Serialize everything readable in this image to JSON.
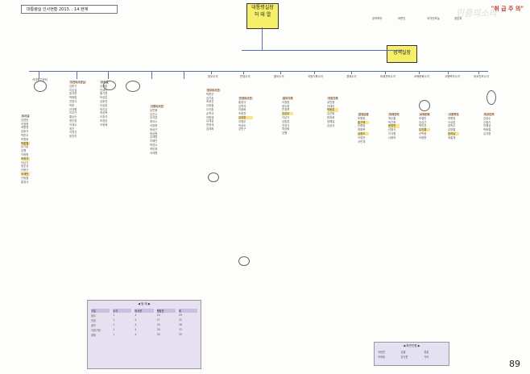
{
  "doc_title": "대통령실 인사현황 2013.  .  14.현재",
  "top": {
    "title_line1": "대통령실장",
    "title_line2": "허 태 열",
    "secondary": "정책실장"
  },
  "stamp_text": "\"취 급 주 의\"",
  "watermark_text": "민중의소리",
  "page_number": "89",
  "top_right_offices": [
    "공직복무",
    "대변인",
    "국가안보실",
    "경호처"
  ],
  "secretariats": [
    "정무수석",
    "민정수석",
    "홍보수석",
    "국정기획수석",
    "경제수석",
    "미래전략수석",
    "교육문화수석",
    "고용복지수석",
    "외교안보수석",
    "국가위기관리"
  ],
  "legend": {
    "title": "◀ 범 례 ▶",
    "cells": [
      "구분",
      "수석",
      "비서관",
      "행정관",
      "계",
      "정무",
      "1",
      "4",
      "24",
      "29",
      "민정",
      "1",
      "4",
      "27",
      "32",
      "홍보",
      "1",
      "4",
      "33",
      "38",
      "국정기획",
      "1",
      "4",
      "28",
      "33",
      "경제",
      "1",
      "4",
      "30",
      "35"
    ]
  },
  "legend2": {
    "title": "◀ 파견인원 ▶",
    "cells": [
      "국정원",
      "검찰",
      "경찰",
      "국세청",
      "감사원",
      "기타"
    ]
  },
  "name_columns": [
    [
      "비서실",
      "김영한",
      "이정현",
      "최원영",
      "김동극",
      "박준우",
      "조원동",
      "박흥렬",
      "남기춘",
      "김행",
      "이종원",
      "조윤선",
      "이남기",
      "정호성",
      "안봉근",
      "이재만",
      "신동철",
      "홍경식"
    ],
    [
      "의전비서관실",
      "김준기",
      "이호섭",
      "윤석준",
      "박종환",
      "천영식",
      "박준",
      "신대원",
      "이우근",
      "홍남순",
      "정인창",
      "이재수",
      "최진",
      "이영선",
      "윤전추"
    ],
    [
      "부속실",
      "김정환",
      "안재민",
      "황기현",
      "박성훈",
      "김동연",
      "이상훈",
      "박진호",
      "최상목",
      "오창석",
      "조창호",
      "이정배"
    ],
    [
      "기획비서관",
      "유민봉",
      "김진수",
      "강석훈",
      "최의수",
      "이창휘",
      "윤상근",
      "정상원",
      "김재원",
      "이혜진",
      "박영수",
      "최민정",
      "서대원"
    ],
    [
      "정무비서관",
      "박준우",
      "김기춘",
      "조윤선",
      "신동철",
      "오신환",
      "손학규",
      "허원제",
      "유재길",
      "권영세",
      "임태희"
    ],
    [
      "민정비서관",
      "홍경식",
      "김학의",
      "이중희",
      "조응천",
      "김영한",
      "우병우",
      "곽상도",
      "강민구"
    ],
    [
      "홍보기획",
      "이정현",
      "윤두현",
      "민경욱",
      "김성우",
      "이남기",
      "임종훈",
      "천영식",
      "최상화",
      "김행"
    ],
    [
      "국정기획",
      "유민봉",
      "이태리",
      "박동훈",
      "김선동",
      "한창희",
      "정해걸",
      "임상규"
    ],
    [
      "경제금융",
      "조원동",
      "홍기택",
      "안종범",
      "최원목",
      "김종오",
      "이영관",
      "서민재"
    ],
    [
      "미래전략",
      "최순홍",
      "박근희",
      "윤창번",
      "신형식",
      "이규원",
      "나봉하"
    ],
    [
      "교육문화",
      "모철민",
      "김성근",
      "박민권",
      "유진룡",
      "신학용",
      "이종현"
    ],
    [
      "고용복지",
      "최원영",
      "이상헌",
      "장옥주",
      "김영철",
      "방하남",
      "최홍재"
    ],
    [
      "외교안보",
      "김장수",
      "주철기",
      "천해성",
      "박종철",
      "김규현"
    ]
  ]
}
